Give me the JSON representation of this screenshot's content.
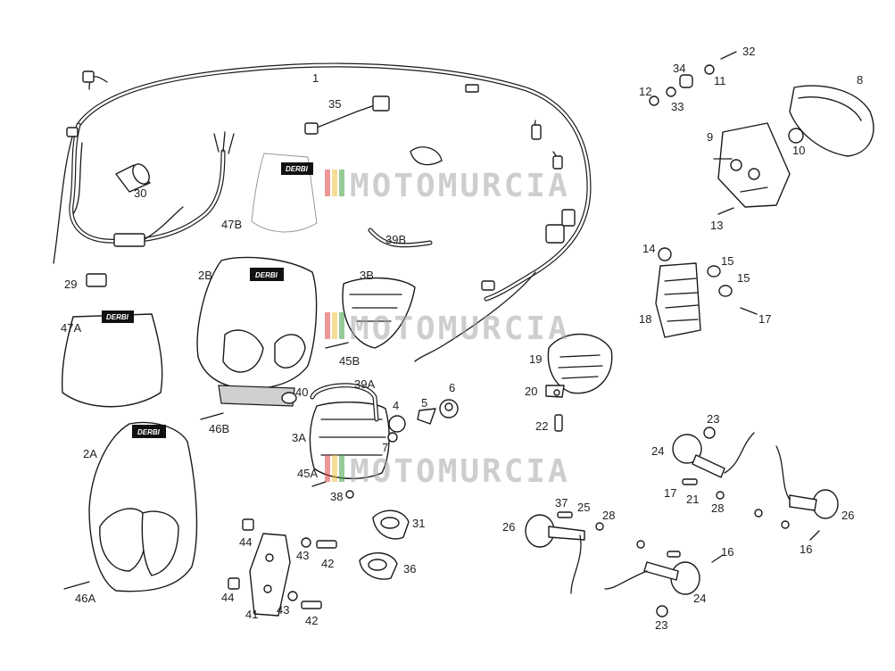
{
  "diagram": {
    "brand_label": "DERBI",
    "watermark_text": "MOTOMURCIA",
    "watermark_colors": [
      "#e04040",
      "#f0c040",
      "#40a040"
    ],
    "labels": [
      {
        "id": "1",
        "text": "1"
      },
      {
        "id": "2A",
        "text": "2A"
      },
      {
        "id": "2B",
        "text": "2B"
      },
      {
        "id": "3A",
        "text": "3A"
      },
      {
        "id": "3B",
        "text": "3B"
      },
      {
        "id": "4",
        "text": "4"
      },
      {
        "id": "5",
        "text": "5"
      },
      {
        "id": "6",
        "text": "6"
      },
      {
        "id": "7",
        "text": "7"
      },
      {
        "id": "8",
        "text": "8"
      },
      {
        "id": "9",
        "text": "9"
      },
      {
        "id": "10",
        "text": "10"
      },
      {
        "id": "11",
        "text": "11"
      },
      {
        "id": "12",
        "text": "12"
      },
      {
        "id": "13",
        "text": "13"
      },
      {
        "id": "14",
        "text": "14"
      },
      {
        "id": "15a",
        "text": "15"
      },
      {
        "id": "15b",
        "text": "15"
      },
      {
        "id": "16a",
        "text": "16"
      },
      {
        "id": "16b",
        "text": "16"
      },
      {
        "id": "17a",
        "text": "17"
      },
      {
        "id": "17b",
        "text": "17"
      },
      {
        "id": "18",
        "text": "18"
      },
      {
        "id": "19",
        "text": "19"
      },
      {
        "id": "20",
        "text": "20"
      },
      {
        "id": "21",
        "text": "21"
      },
      {
        "id": "22",
        "text": "22"
      },
      {
        "id": "23a",
        "text": "23"
      },
      {
        "id": "23b",
        "text": "23"
      },
      {
        "id": "24a",
        "text": "24"
      },
      {
        "id": "24b",
        "text": "24"
      },
      {
        "id": "25",
        "text": "25"
      },
      {
        "id": "26a",
        "text": "26"
      },
      {
        "id": "26b",
        "text": "26"
      },
      {
        "id": "28a",
        "text": "28"
      },
      {
        "id": "28b",
        "text": "28"
      },
      {
        "id": "29",
        "text": "29"
      },
      {
        "id": "30",
        "text": "30"
      },
      {
        "id": "31",
        "text": "31"
      },
      {
        "id": "32",
        "text": "32"
      },
      {
        "id": "33",
        "text": "33"
      },
      {
        "id": "34",
        "text": "34"
      },
      {
        "id": "35",
        "text": "35"
      },
      {
        "id": "36",
        "text": "36"
      },
      {
        "id": "37",
        "text": "37"
      },
      {
        "id": "38",
        "text": "38"
      },
      {
        "id": "39A",
        "text": "39A"
      },
      {
        "id": "39B",
        "text": "39B"
      },
      {
        "id": "40",
        "text": "40"
      },
      {
        "id": "41",
        "text": "41"
      },
      {
        "id": "42a",
        "text": "42"
      },
      {
        "id": "42b",
        "text": "42"
      },
      {
        "id": "43a",
        "text": "43"
      },
      {
        "id": "43b",
        "text": "43"
      },
      {
        "id": "44a",
        "text": "44"
      },
      {
        "id": "44b",
        "text": "44"
      },
      {
        "id": "45A",
        "text": "45A"
      },
      {
        "id": "45B",
        "text": "45B"
      },
      {
        "id": "46A",
        "text": "46A"
      },
      {
        "id": "46B",
        "text": "46B"
      },
      {
        "id": "47A",
        "text": "47A"
      },
      {
        "id": "47B",
        "text": "47B"
      }
    ]
  }
}
